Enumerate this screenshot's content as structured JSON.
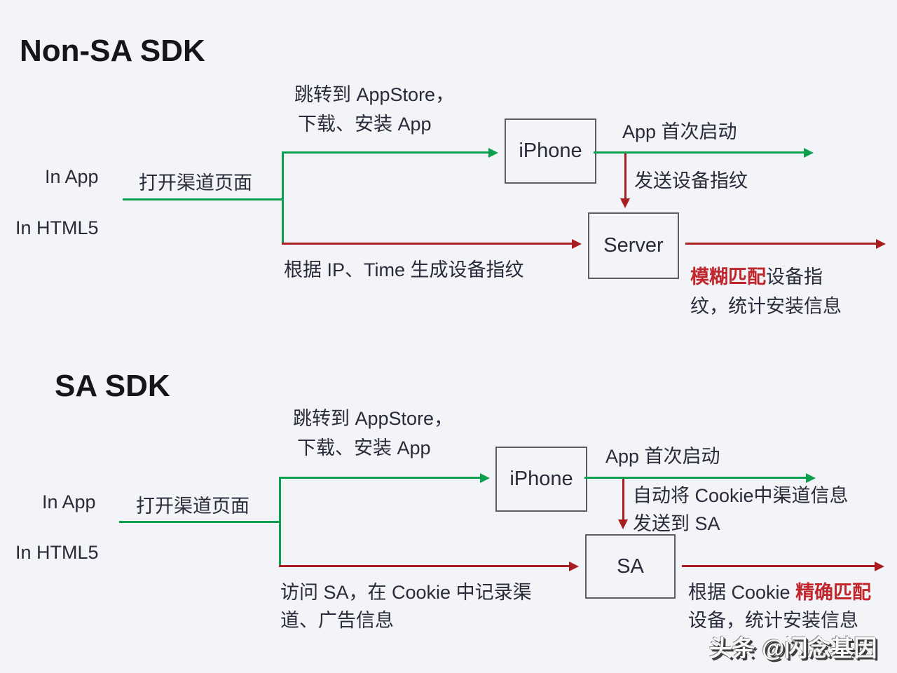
{
  "colors": {
    "background": "#f2f4f7",
    "text": "#2a2a3a",
    "green": "#0aa04e",
    "red": "#a81d20",
    "red_text": "#c0262b"
  },
  "non_sa": {
    "title": "Non-SA SDK",
    "jump_line1": "跳转到 AppStore，",
    "jump_line2": "下载、安装 App",
    "in_app": "In App",
    "open_channel": "打开渠道页面",
    "in_html5": "In HTML5",
    "iphone_box": "iPhone",
    "app_first_launch": "App 首次启动",
    "send_fingerprint": "发送设备指纹",
    "server_box": "Server",
    "generate_fingerprint": "根据 IP、Time 生成设备指纹",
    "match_highlight": "模糊匹配",
    "match_line1_rest": "设备指",
    "match_line2": "纹，统计安装信息"
  },
  "sa": {
    "title": "SA SDK",
    "jump_line1": "跳转到 AppStore，",
    "jump_line2": "下载、安装 App",
    "in_app": "In App",
    "open_channel": "打开渠道页面",
    "in_html5": "In HTML5",
    "iphone_box": "iPhone",
    "app_first_launch": "App 首次启动",
    "auto_cookie_line1": "自动将 Cookie中渠道信息",
    "auto_cookie_line2": "发送到 SA",
    "sa_box": "SA",
    "visit_sa_line1": "访问 SA，在 Cookie 中记录渠",
    "visit_sa_line2": "道、广告信息",
    "cookie_match_prefix": "根据 Cookie ",
    "cookie_match_highlight": "精确匹配",
    "cookie_match_line2": "设备，统计安装信息"
  },
  "watermark": "头条 @闪念基因"
}
